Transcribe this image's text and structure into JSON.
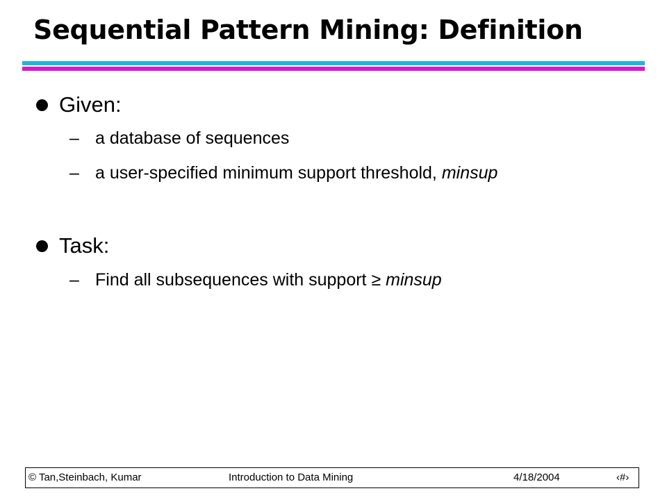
{
  "slide": {
    "title": "Sequential Pattern Mining: Definition",
    "bullets": [
      {
        "label": "Given:",
        "items": [
          {
            "text": "a database of sequences",
            "emphasis": ""
          },
          {
            "text": "a user-specified minimum support threshold, ",
            "emphasis": "minsup"
          }
        ]
      },
      {
        "label": "Task:",
        "items": [
          {
            "text": "Find all subsequences with support ≥ ",
            "emphasis": "minsup"
          }
        ]
      }
    ],
    "dash": "–"
  },
  "footer": {
    "left": "© Tan,Steinbach, Kumar",
    "center": "Introduction to Data Mining",
    "date": "4/18/2004",
    "page_mark": "‹#›"
  },
  "colors": {
    "rule_top": "#1fb5d9",
    "rule_bottom": "#d21bd2"
  }
}
